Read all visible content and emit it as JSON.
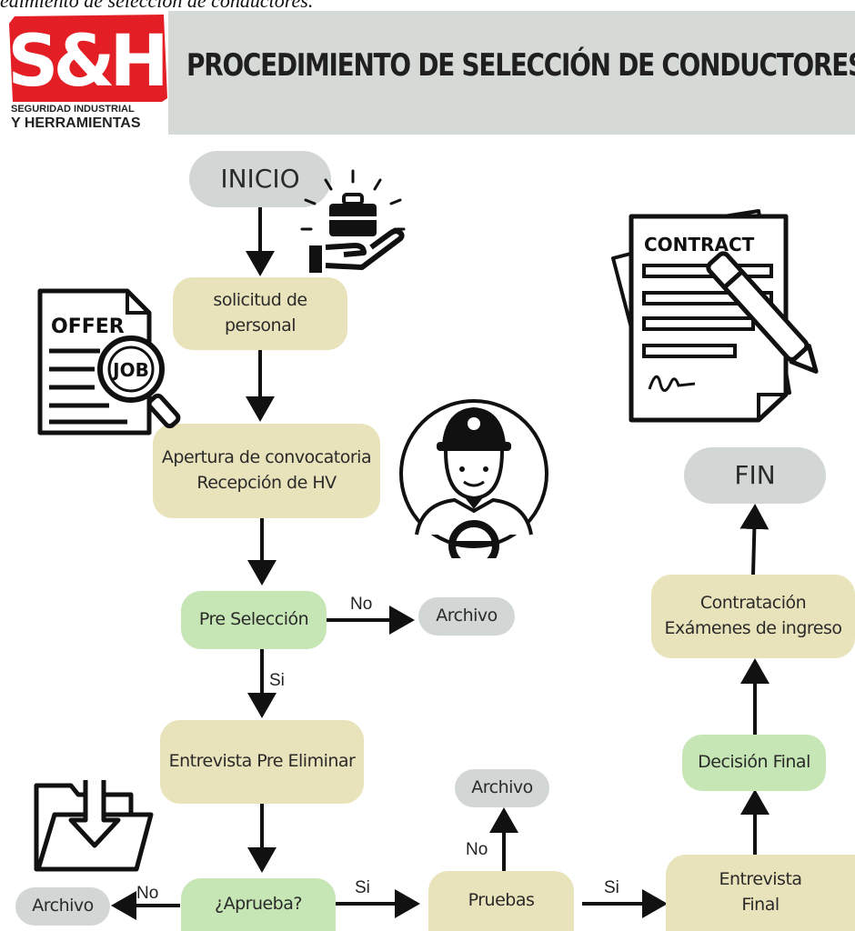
{
  "caption": "edimiento de selección de conductores.",
  "header": {
    "title": "PROCEDIMIENTO DE SELECCIÓN DE CONDUCTORES",
    "logo_mark": "S&H",
    "logo_line1": "SEGURIDAD INDUSTRIAL",
    "logo_line2": "Y HERRAMIENTAS",
    "brand_color": "#e31e24"
  },
  "nodes": {
    "inicio": "INICIO",
    "solicitud": [
      "solicitud de",
      "personal"
    ],
    "apertura": [
      "Apertura de convocatoria",
      "Recepción de HV"
    ],
    "preseleccion": "Pre Selección",
    "archivo_pre": "Archivo",
    "entrevista_pre": "Entrevista Pre Eliminar",
    "aprueba": "¿Aprueba?",
    "archivo_aprueba": "Archivo",
    "pruebas": "Pruebas",
    "archivo_pruebas": "Archivo",
    "entrevista_final": [
      "Entrevista",
      "Final"
    ],
    "decision": "Decisión Final",
    "contratacion": [
      "Contratación",
      "Exámenes de ingreso"
    ],
    "fin": "FIN"
  },
  "edges": {
    "no": "No",
    "si": "Si"
  },
  "illustrations": {
    "offer_text": "OFFER",
    "job_text": "JOB",
    "contract_text": "CONTRACT"
  }
}
